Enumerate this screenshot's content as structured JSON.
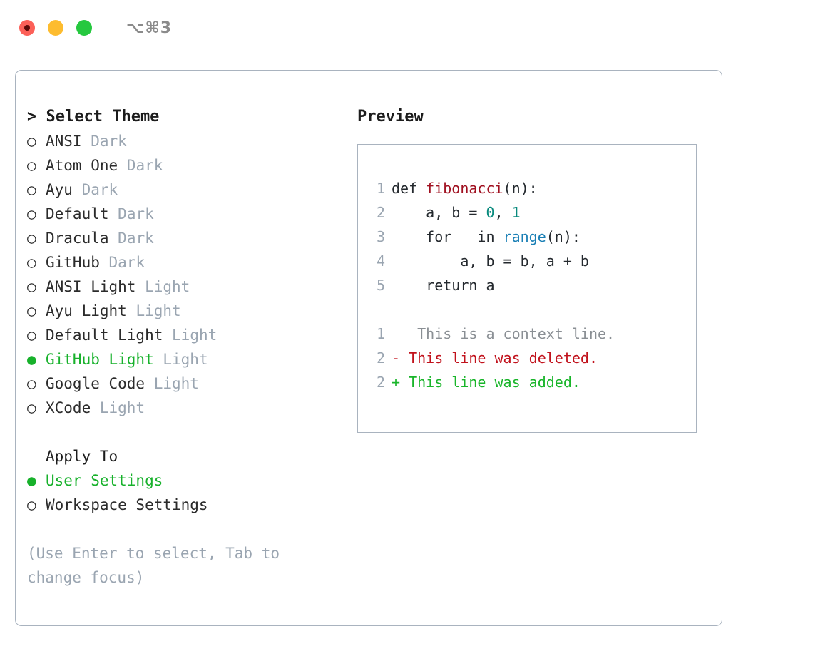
{
  "titlebar": {
    "shortcut": "⌥⌘3",
    "lights": [
      {
        "name": "close",
        "color": "#fc6058"
      },
      {
        "name": "minimize",
        "color": "#fdbc2f"
      },
      {
        "name": "maximize",
        "color": "#26c83f"
      }
    ]
  },
  "theme_list": {
    "header": "> Select Theme",
    "items": [
      {
        "marker": "○",
        "name": "ANSI",
        "mode": "Dark",
        "selected": false
      },
      {
        "marker": "○",
        "name": "Atom One",
        "mode": "Dark",
        "selected": false
      },
      {
        "marker": "○",
        "name": "Ayu",
        "mode": "Dark",
        "selected": false
      },
      {
        "marker": "○",
        "name": "Default",
        "mode": "Dark",
        "selected": false
      },
      {
        "marker": "○",
        "name": "Dracula",
        "mode": "Dark",
        "selected": false
      },
      {
        "marker": "○",
        "name": "GitHub",
        "mode": "Dark",
        "selected": false
      },
      {
        "marker": "○",
        "name": "ANSI Light",
        "mode": "Light",
        "selected": false
      },
      {
        "marker": "○",
        "name": "Ayu Light",
        "mode": "Light",
        "selected": false
      },
      {
        "marker": "○",
        "name": "Default Light",
        "mode": "Light",
        "selected": false
      },
      {
        "marker": "●",
        "name": "GitHub Light",
        "mode": "Light",
        "selected": true
      },
      {
        "marker": "○",
        "name": "Google Code",
        "mode": "Light",
        "selected": false
      },
      {
        "marker": "○",
        "name": "XCode",
        "mode": "Light",
        "selected": false
      }
    ]
  },
  "apply_to": {
    "header": "Apply To",
    "items": [
      {
        "marker": "●",
        "name": "User Settings",
        "selected": true
      },
      {
        "marker": "○",
        "name": "Workspace Settings",
        "selected": false
      }
    ]
  },
  "hint": "(Use Enter to select, Tab to change focus)",
  "preview": {
    "title": "Preview",
    "code_lines": [
      {
        "ln": "1",
        "parts": [
          {
            "text": "def ",
            "cls": "tok-plain"
          },
          {
            "text": "fibonacci",
            "cls": "tok-fn"
          },
          {
            "text": "(n):",
            "cls": "tok-plain"
          }
        ]
      },
      {
        "ln": "2",
        "parts": [
          {
            "text": "    a, b = ",
            "cls": "tok-plain"
          },
          {
            "text": "0",
            "cls": "tok-num"
          },
          {
            "text": ", ",
            "cls": "tok-plain"
          },
          {
            "text": "1",
            "cls": "tok-num"
          }
        ]
      },
      {
        "ln": "3",
        "parts": [
          {
            "text": "    for _ in ",
            "cls": "tok-plain"
          },
          {
            "text": "range",
            "cls": "tok-call"
          },
          {
            "text": "(n):",
            "cls": "tok-plain"
          }
        ]
      },
      {
        "ln": "4",
        "parts": [
          {
            "text": "        a, b = b, a + b",
            "cls": "tok-plain"
          }
        ]
      },
      {
        "ln": "5",
        "parts": [
          {
            "text": "    return a",
            "cls": "tok-plain"
          }
        ]
      }
    ],
    "diff_lines": [
      {
        "ln": "1",
        "marker": " ",
        "text": "  This is a context line.",
        "cls": "diff-ctx"
      },
      {
        "ln": "2",
        "marker": "-",
        "text": " This line was deleted.",
        "cls": "diff-del"
      },
      {
        "ln": "2",
        "marker": "+",
        "text": " This line was added.",
        "cls": "diff-add"
      }
    ]
  },
  "colors": {
    "accent_green": "#17b12b",
    "muted": "#9aa5b1",
    "border": "#a9b3bf",
    "diff_add": "#19b52a",
    "diff_del": "#c1121c"
  }
}
